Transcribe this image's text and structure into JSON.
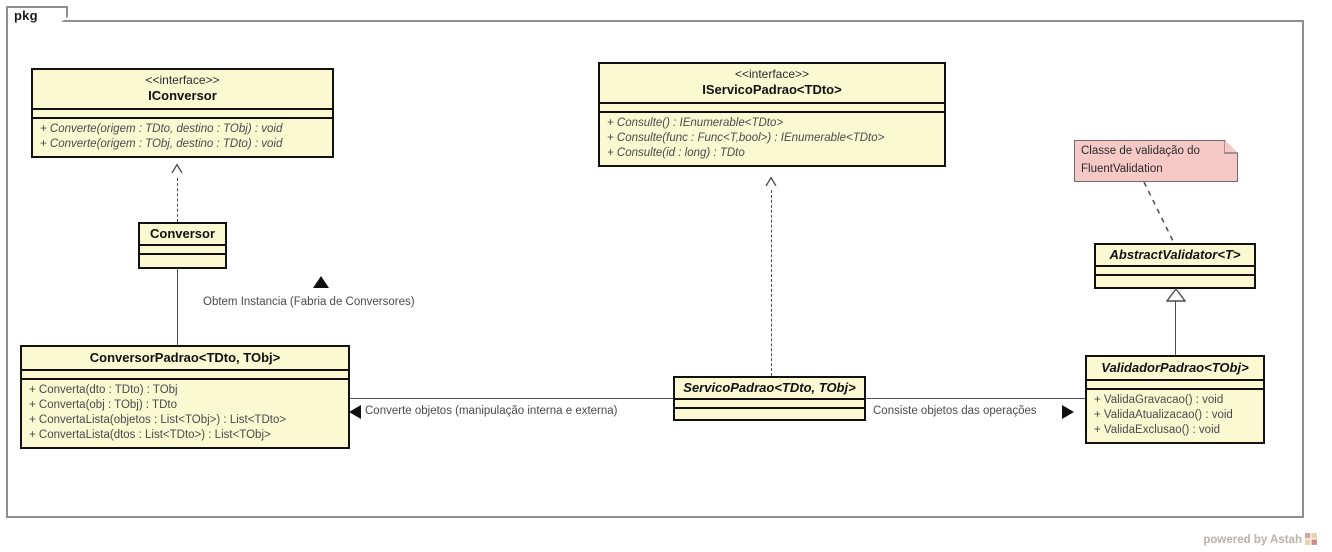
{
  "package": {
    "tab_label": "pkg"
  },
  "classes": {
    "iconversor": {
      "stereotype": "<<interface>>",
      "name": "IConversor",
      "operations": [
        "+ Converte(origem : TDto, destino : TObj) : void",
        "+ Converte(origem : TObj, destino : TDto) : void"
      ]
    },
    "iservicopadrao": {
      "stereotype": "<<interface>>",
      "name": "IServicoPadrao<TDto>",
      "operations": [
        "+ Consulte() : IEnumerable<TDto>",
        "+ Consulte(func : Func<T,bool>) : IEnumerable<TDto>",
        "+ Consulte(id : long) : TDto"
      ]
    },
    "conversor": {
      "name": "Conversor",
      "operations": []
    },
    "conversorpadrao": {
      "name": "ConversorPadrao<TDto, TObj>",
      "operations": [
        "+ Converta(dto : TDto) : TObj",
        "+ Converta(obj : TObj) : TDto",
        "+ ConvertaLista(objetos : List<TObj>) : List<TDto>",
        "+ ConvertaLista(dtos : List<TDto>) : List<TObj>"
      ]
    },
    "servicopadrao": {
      "name": "ServicoPadrao<TDto, TObj>",
      "operations": []
    },
    "abstractvalidator": {
      "name": "AbstractValidator<T>",
      "operations": []
    },
    "validadorpadrao": {
      "name": "ValidadorPadrao<TObj>",
      "operations": [
        "+ ValidaGravacao() : void",
        "+ ValidaAtualizacao() : void",
        "+ ValidaExclusao() : void"
      ]
    }
  },
  "notes": {
    "fluent_validation": {
      "line1": "Classe de validação do",
      "line2": "FluentValidation"
    }
  },
  "edge_labels": {
    "obtem_instancia": "Obtem Instancia (Fabria de Conversores)",
    "converte_objetos": "Converte objetos (manipulação interna e externa)",
    "consiste_objetos": "Consiste objetos das operações"
  },
  "watermark": {
    "text": "powered by Astah"
  },
  "colors": {
    "class_fill": "#fbf9d2",
    "class_border": "#111111",
    "note_fill": "#f6c9c7",
    "frame_border": "#8d8f91",
    "line": "#4c4c4c",
    "op_text": "#4a4a4a"
  }
}
